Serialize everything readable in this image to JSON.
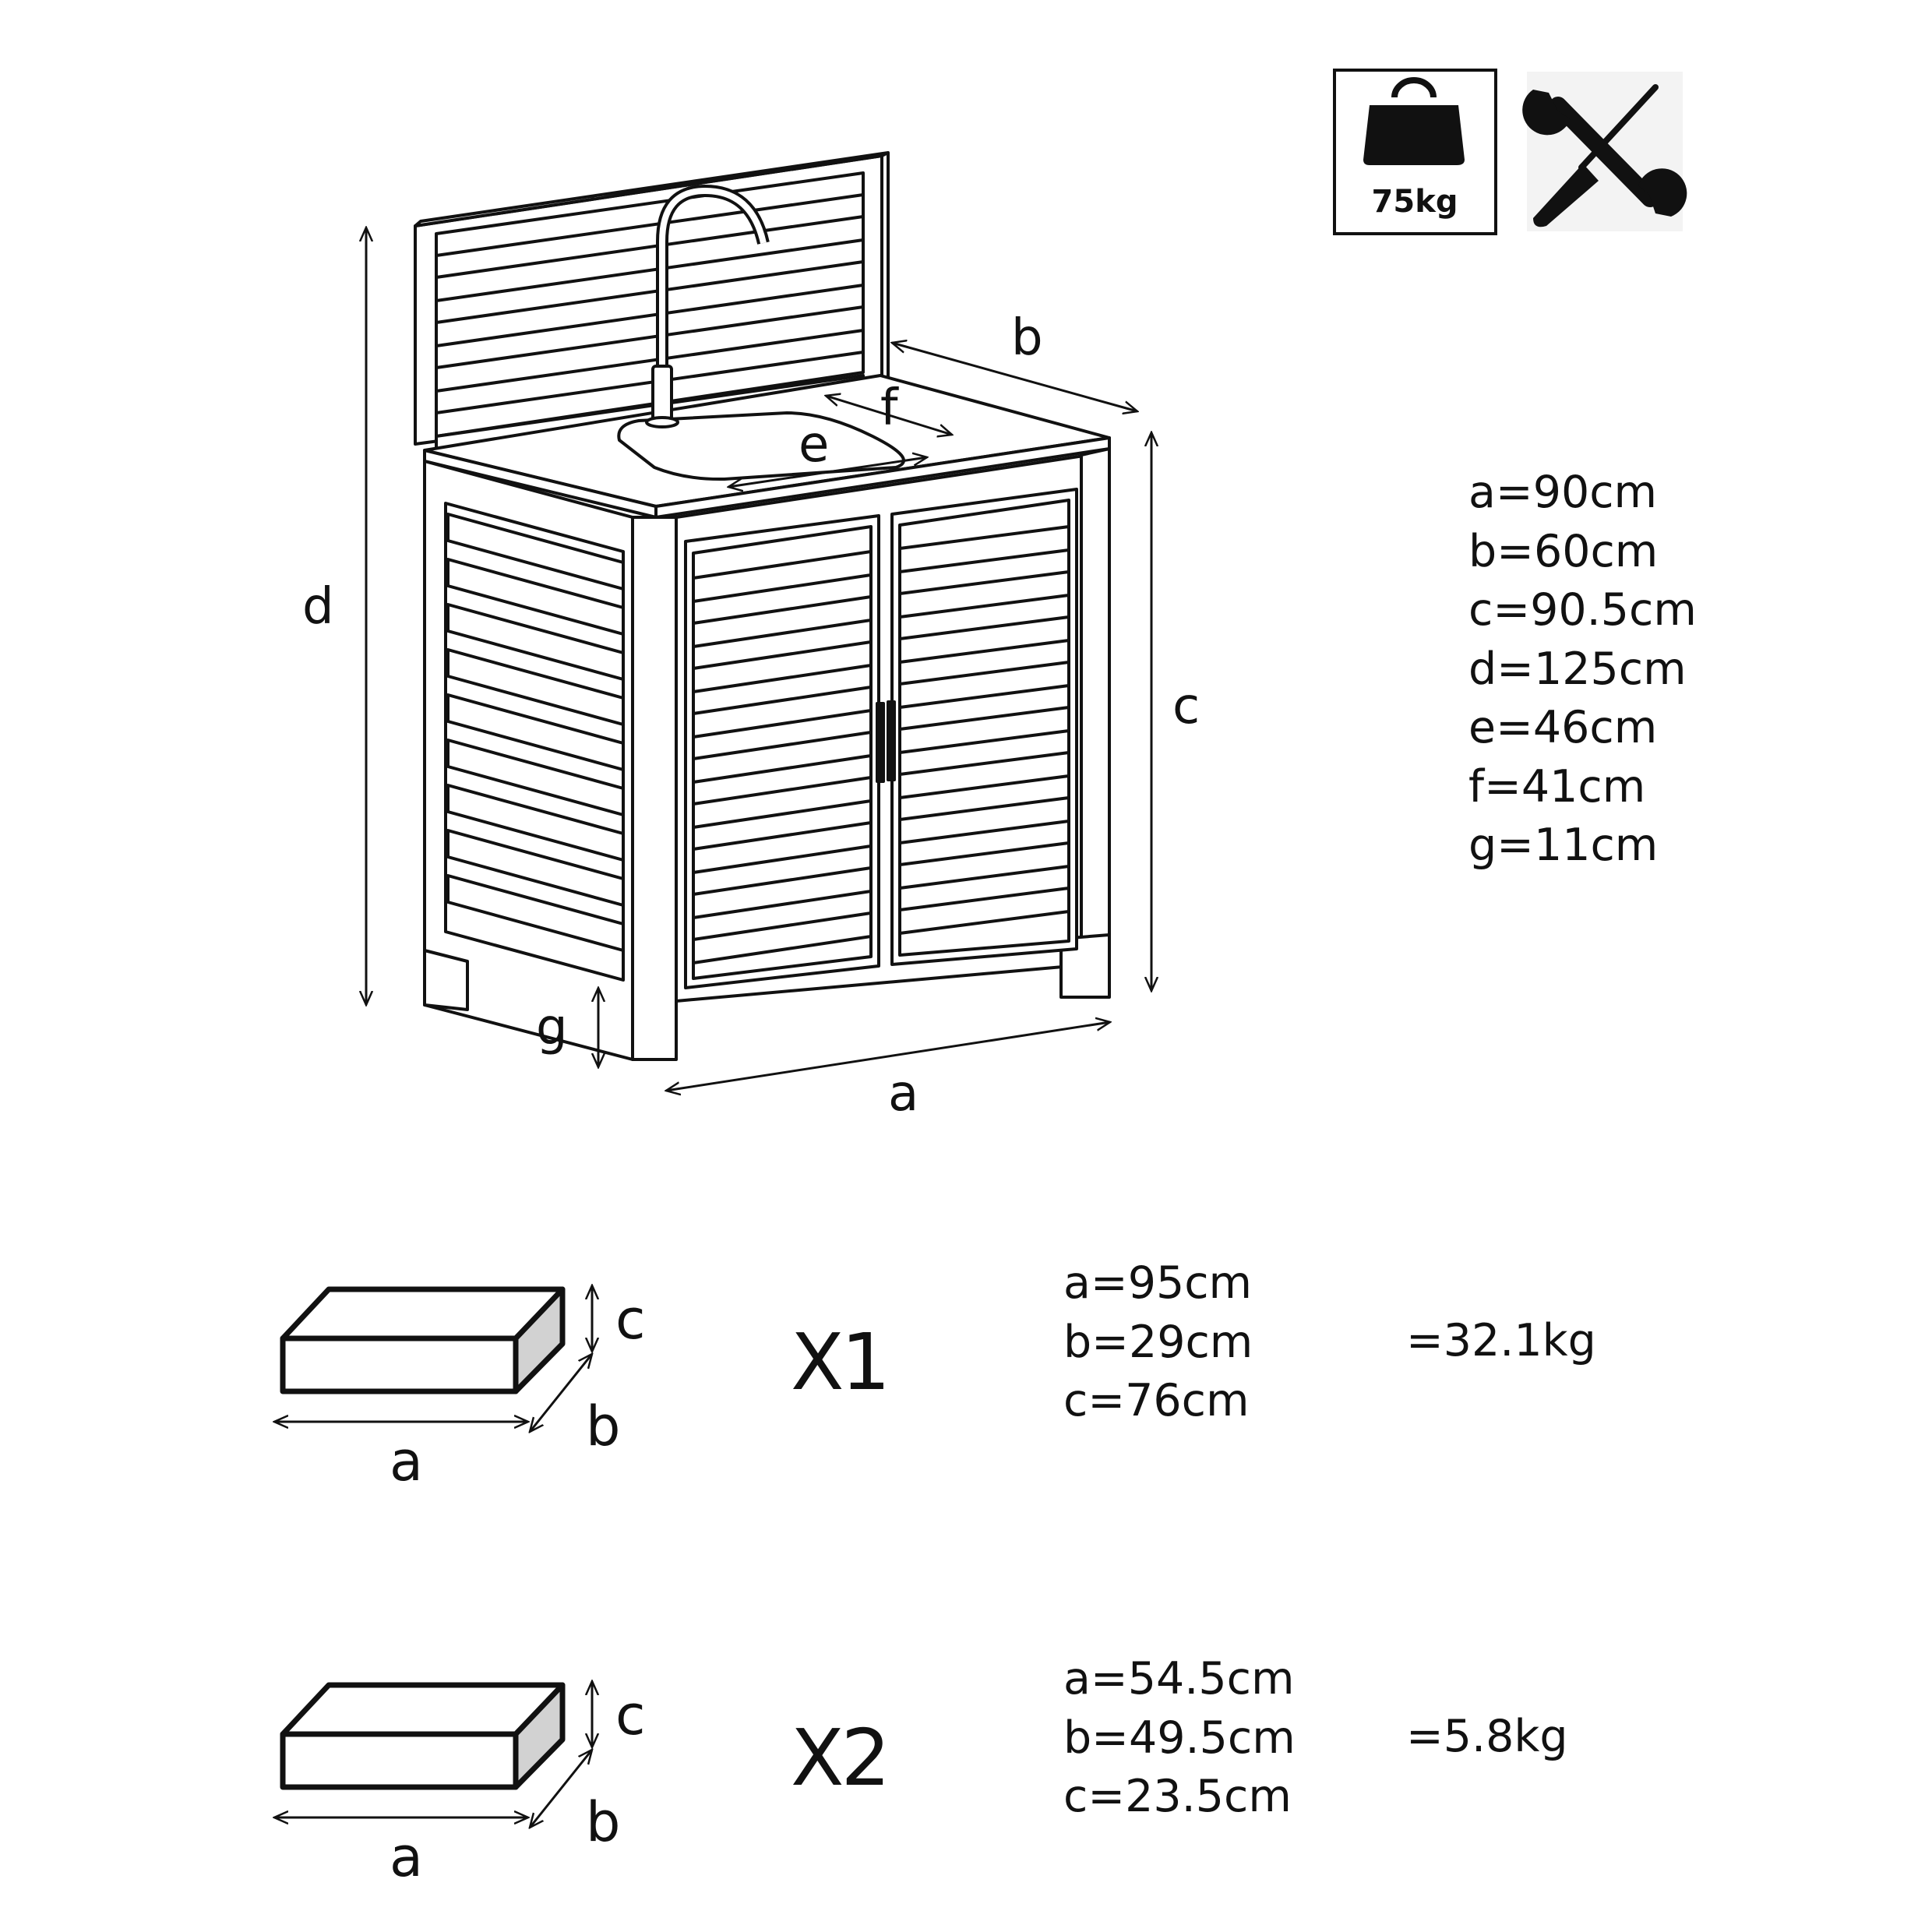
{
  "product": {
    "dimension_letters": {
      "a": "a",
      "b": "b",
      "c": "c",
      "d": "d",
      "e": "e",
      "f": "f",
      "g": "g"
    },
    "specs": [
      "a=90cm",
      "b=60cm",
      "c=90.5cm",
      "d=125cm",
      "e=46cm",
      "f=41cm",
      "g=11cm"
    ]
  },
  "badges": {
    "weight_label": "75kg",
    "weight_icon": "weight-icon",
    "no_tools_icon": "tools-crossed-icon"
  },
  "packages": [
    {
      "letters": {
        "a": "a",
        "b": "b",
        "c": "c"
      },
      "quantity": "X1",
      "specs": [
        "a=95cm",
        "b=29cm",
        "c=76cm"
      ],
      "weight": "=32.1kg"
    },
    {
      "letters": {
        "a": "a",
        "b": "b",
        "c": "c"
      },
      "quantity": "X2",
      "specs": [
        "a=54.5cm",
        "b=49.5cm",
        "c=23.5cm"
      ],
      "weight": "=5.8kg"
    }
  ]
}
